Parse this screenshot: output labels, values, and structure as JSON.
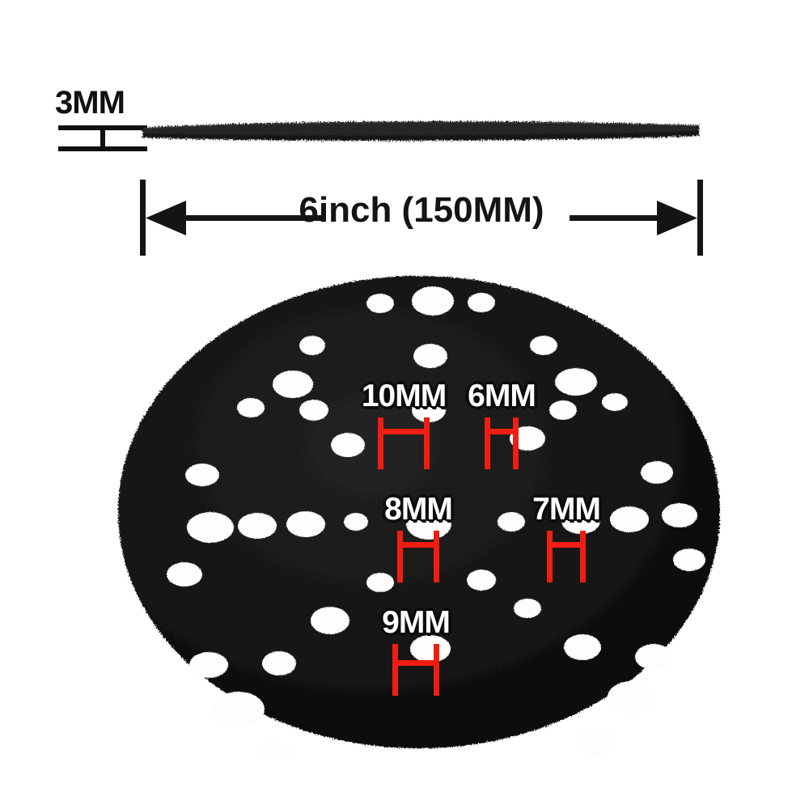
{
  "product": {
    "name": "6 inch hook and loop sanding pad backing plate",
    "shape": "perforated round disc"
  },
  "thickness_callout": {
    "label": "3MM",
    "icon": "thickness-bracket-icon"
  },
  "width_callout": {
    "label": "6inch (150MM)",
    "left_arrow_icon": "arrow-left-icon",
    "right_arrow_icon": "arrow-right-icon"
  },
  "hole_callouts": [
    {
      "id": "hole-10mm",
      "label": "10MM",
      "diameter_mm": 10
    },
    {
      "id": "hole-6mm",
      "label": "6MM",
      "diameter_mm": 6
    },
    {
      "id": "hole-8mm",
      "label": "8MM",
      "diameter_mm": 8
    },
    {
      "id": "hole-7mm",
      "label": "7MM",
      "diameter_mm": 7
    },
    {
      "id": "hole-9mm",
      "label": "9MM",
      "diameter_mm": 9
    }
  ],
  "colors": {
    "pad_black": "#111111",
    "hole_white": "#ffffff",
    "bracket_red": "#f01d12",
    "text_black": "#141414",
    "label_white": "#ffffff",
    "label_outline": "#0c0c0c",
    "background": "#ffffff"
  },
  "chart_data": {
    "type": "scatter",
    "title": "6inch (150MM) multi-hole sanding pad hole layout",
    "xlabel": "",
    "ylabel": "",
    "units": "mm",
    "disc": {
      "diameter_inch": 6,
      "diameter_mm": 150,
      "thickness_mm": 3
    },
    "hole_diameters_mm": [
      6,
      7,
      8,
      9,
      10
    ],
    "annotations": [
      "3MM",
      "6inch (150MM)",
      "10MM",
      "6MM",
      "8MM",
      "7MM",
      "9MM"
    ]
  }
}
